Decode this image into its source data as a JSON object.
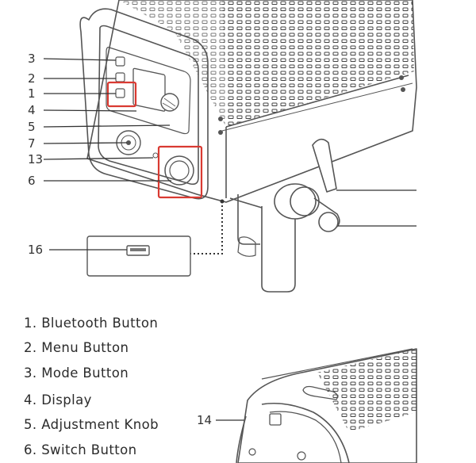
{
  "callouts": [
    {
      "num": "3"
    },
    {
      "num": "2"
    },
    {
      "num": "1"
    },
    {
      "num": "4"
    },
    {
      "num": "5"
    },
    {
      "num": "7"
    },
    {
      "num": "13"
    },
    {
      "num": "6"
    },
    {
      "num": "16"
    },
    {
      "num": "14"
    }
  ],
  "legend": [
    {
      "label": "1. Bluetooth Button"
    },
    {
      "label": "2. Menu Button"
    },
    {
      "label": "3. Mode Button"
    },
    {
      "label": "4. Display"
    },
    {
      "label": "5. Adjustment Knob"
    },
    {
      "label": "6. Switch Button"
    }
  ],
  "colors": {
    "outline": "#555555",
    "highlight": "#d93a32",
    "text": "#2b2b2b"
  },
  "icons": [
    "usb-port-icon"
  ]
}
